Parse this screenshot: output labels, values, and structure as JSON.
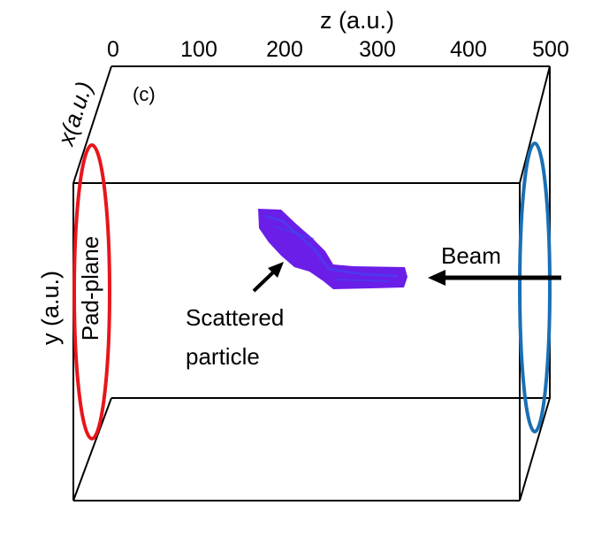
{
  "panel_label": "(c)",
  "axes": {
    "z_label": "z (a.u.)",
    "z_ticks": [
      "0",
      "100",
      "200",
      "300",
      "400",
      "500"
    ],
    "x_label": "x(a.u.)",
    "y_label": "y (a.u.)"
  },
  "labels": {
    "pad_plane": "Pad-plane",
    "beam": "Beam",
    "scattered_line1": "Scattered",
    "scattered_line2": "particle"
  },
  "colors": {
    "pad_plane_ellipse": "#e8151b",
    "beam_ellipse": "#1a6fb4",
    "track": "#6a1ee8",
    "track_highlight": "#3a4cf0",
    "box": "#000000"
  }
}
